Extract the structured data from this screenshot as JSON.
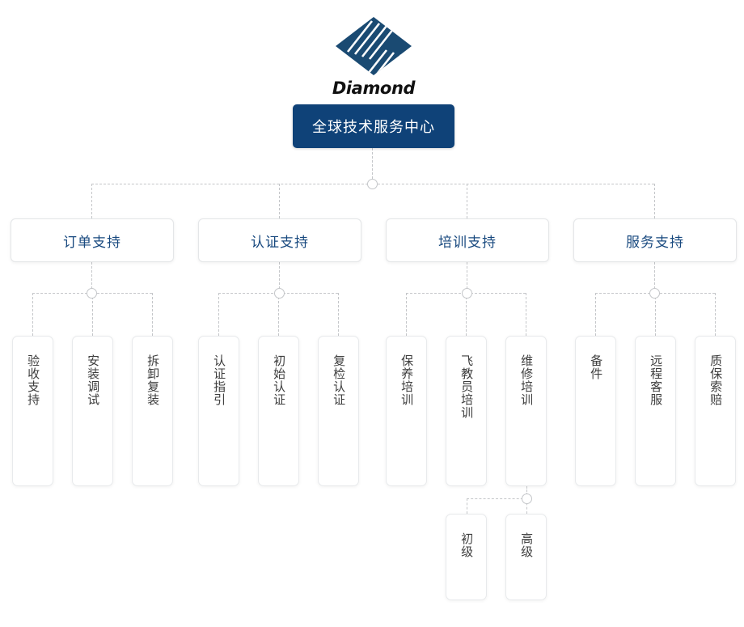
{
  "brand": {
    "logo_icon": "diamond-logo-icon",
    "wordmark": "Diamond",
    "logo_color": "#1a4a72"
  },
  "theme": {
    "root_fill": "#0f4278",
    "root_text": "#ffffff",
    "group_text": "#18497f",
    "leaf_text": "#3d3d3d",
    "connector": "#c4c6c9",
    "card_border": "#e8eaec",
    "background": "#ffffff"
  },
  "chart_data": {
    "type": "tree",
    "title": "全球技术服务中心",
    "root": {
      "label": "全球技术服务中心",
      "children": [
        {
          "label": "订单支持",
          "children": [
            {
              "label": "验收支持"
            },
            {
              "label": "安装调试"
            },
            {
              "label": "拆卸复装"
            }
          ]
        },
        {
          "label": "认证支持",
          "children": [
            {
              "label": "认证指引"
            },
            {
              "label": "初始认证"
            },
            {
              "label": "复检认证"
            }
          ]
        },
        {
          "label": "培训支持",
          "children": [
            {
              "label": "保养培训"
            },
            {
              "label": "飞教员培训"
            },
            {
              "label": "维修培训",
              "children": [
                {
                  "label": "初级"
                },
                {
                  "label": "高级"
                }
              ]
            }
          ]
        },
        {
          "label": "服务支持",
          "children": [
            {
              "label": "备件"
            },
            {
              "label": "远程客服"
            },
            {
              "label": "质保索赔"
            }
          ]
        }
      ]
    }
  },
  "root": {
    "label": "全球技术服务中心"
  },
  "groups": [
    {
      "label": "订单支持"
    },
    {
      "label": "认证支持"
    },
    {
      "label": "培训支持"
    },
    {
      "label": "服务支持"
    }
  ],
  "leaves": {
    "order": [
      {
        "label": "验收支持"
      },
      {
        "label": "安装调试"
      },
      {
        "label": "拆卸复装"
      }
    ],
    "certification": [
      {
        "label": "认证指引"
      },
      {
        "label": "初始认证"
      },
      {
        "label": "复检认证"
      }
    ],
    "training": [
      {
        "label": "保养培训"
      },
      {
        "label": "飞教员培训"
      },
      {
        "label": "维修培训"
      }
    ],
    "service": [
      {
        "label": "备件"
      },
      {
        "label": "远程客服"
      },
      {
        "label": "质保索赔"
      }
    ]
  },
  "subleaves": {
    "repair_training": [
      {
        "label": "初级"
      },
      {
        "label": "高级"
      }
    ]
  }
}
